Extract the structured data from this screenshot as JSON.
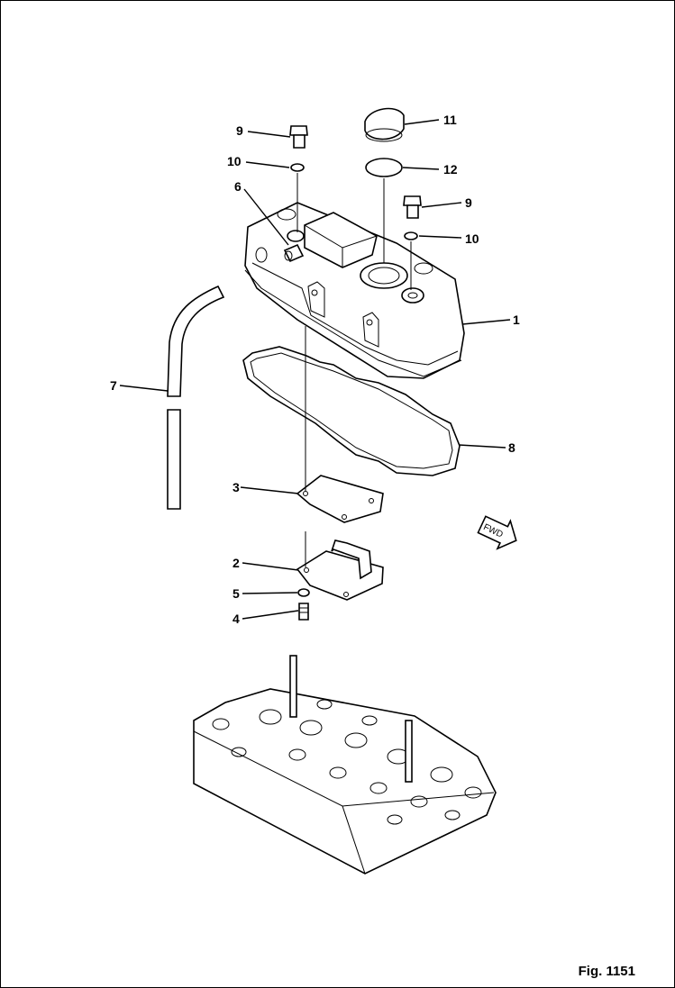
{
  "figure_label": "Fig. 1151",
  "fwd_label": "FWD",
  "callouts": {
    "c1": "1",
    "c2": "2",
    "c3": "3",
    "c4": "4",
    "c5": "5",
    "c6": "6",
    "c7": "7",
    "c8": "8",
    "c9a": "9",
    "c9b": "9",
    "c10a": "10",
    "c10b": "10",
    "c11": "11",
    "c12": "12"
  }
}
